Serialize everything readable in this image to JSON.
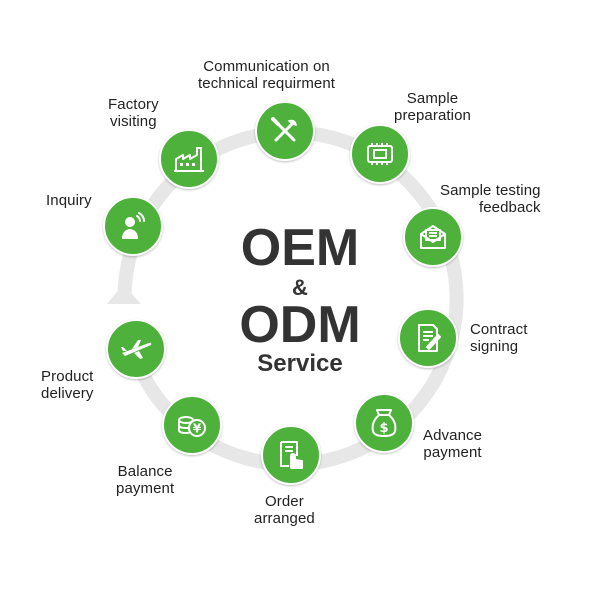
{
  "title": {
    "line1": "OEM",
    "line2": "&",
    "line3": "ODM",
    "line4": "Service"
  },
  "colors": {
    "node_fill": "#4db13b",
    "ring": "#e7e7e7",
    "title": "#333333"
  },
  "steps": [
    {
      "icon": "speech-bubble-icon",
      "label": "Inquiry"
    },
    {
      "icon": "factory-icon",
      "label": "Factory\nvisiting"
    },
    {
      "icon": "tools-icon",
      "label": "Communication on\ntechnical requirment"
    },
    {
      "icon": "chip-icon",
      "label": "Sample\npreparation"
    },
    {
      "icon": "mail-icon",
      "label": "Sample testing\nfeedback"
    },
    {
      "icon": "contract-icon",
      "label": "Contract\nsigning"
    },
    {
      "icon": "money-bag-icon",
      "label": "Advance\npayment"
    },
    {
      "icon": "hand-document-icon",
      "label": "Order\narranged"
    },
    {
      "icon": "coins-icon",
      "label": "Balance\npayment"
    },
    {
      "icon": "airplane-icon",
      "label": "Product\ndelivery"
    }
  ]
}
